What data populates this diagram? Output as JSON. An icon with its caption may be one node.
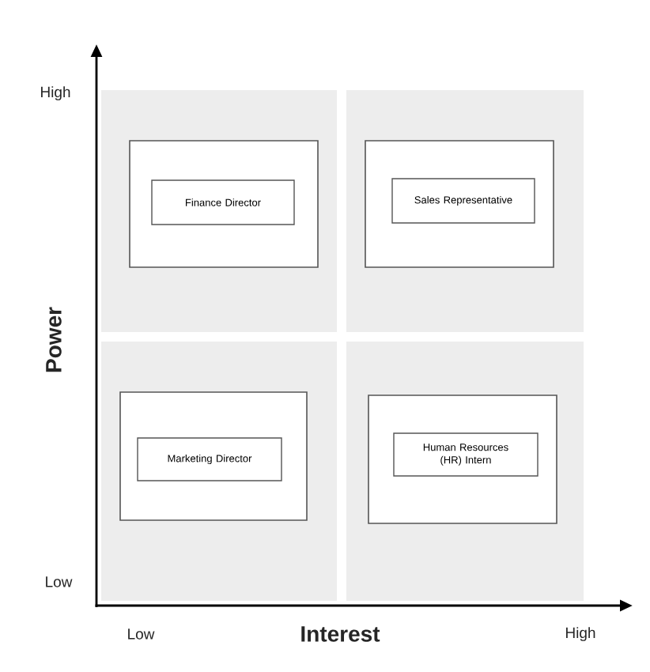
{
  "diagram": {
    "nodes": [
      {
        "text": [],
        "shape": "box"
      },
      {
        "text": [],
        "shape": "box",
        "in": 0
      },
      {
        "text": [
          "Finance Director"
        ],
        "in": 1
      },
      {
        "text": [],
        "shape": "box"
      },
      {
        "text": [],
        "shape": "box",
        "in": 3
      },
      {
        "text": [
          "Sales Representative"
        ],
        "in": 4
      },
      {
        "text": [],
        "shape": "box"
      },
      {
        "text": [],
        "shape": "box",
        "in": 6
      },
      {
        "text": [
          "Marketing Director"
        ],
        "in": 7
      },
      {
        "text": [],
        "shape": "box"
      },
      {
        "text": [],
        "shape": "box",
        "in": 9
      },
      {
        "text": [
          "Human Resources (HR) Intern"
        ],
        "in": 10
      }
    ],
    "labels": [
      "High",
      "Power",
      "Low",
      "Low",
      "Interest",
      "High"
    ]
  }
}
